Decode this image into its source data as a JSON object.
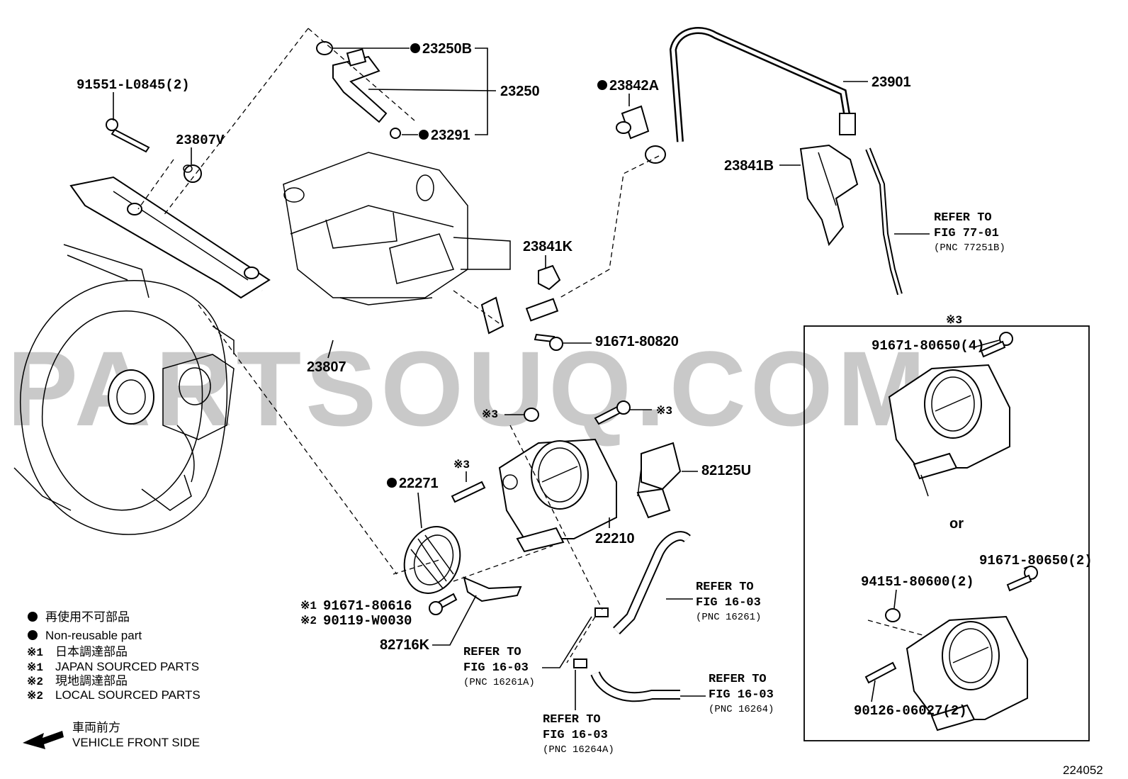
{
  "watermark": "PARTSOUQ.COM",
  "diagram_number": "224052",
  "labels": {
    "p91551": "91551-L0845(2)",
    "p23807V": "23807V",
    "p23250B": "23250B",
    "p23250": "23250",
    "p23291": "23291",
    "p23842A": "23842A",
    "p23901": "23901",
    "p23841B": "23841B",
    "p23841K": "23841K",
    "p91671_80820": "91671-80820",
    "p23807": "23807",
    "p22271": "22271",
    "p22210": "22210",
    "p82125U": "82125U",
    "p82716K": "82716K",
    "p91671_80616": "91671-80616",
    "p90119": "90119-W0030",
    "p91671_80650_4": "91671-80650(4)",
    "p91671_80650_2": "91671-80650(2)",
    "p94151": "94151-80600(2)",
    "p90126": "90126-06027(2)",
    "mark3": "※3",
    "mark1": "※1",
    "mark2": "※2",
    "or": "or"
  },
  "refs": {
    "fig77": {
      "line1": "REFER TO",
      "line2": "FIG 77-01",
      "line3": "(PNC 77251B)"
    },
    "fig16_16261": {
      "line1": "REFER TO",
      "line2": "FIG 16-03",
      "line3": "(PNC 16261)"
    },
    "fig16_16261A": {
      "line1": "REFER TO",
      "line2": "FIG 16-03",
      "line3": "(PNC 16261A)"
    },
    "fig16_16264": {
      "line1": "REFER TO",
      "line2": "FIG 16-03",
      "line3": "(PNC 16264)"
    },
    "fig16_16264A": {
      "line1": "REFER TO",
      "line2": "FIG 16-03",
      "line3": "(PNC 16264A)"
    }
  },
  "legend": {
    "nonreusable_jp": "再使用不可部品",
    "nonreusable_en": "Non-reusable part",
    "japan_jp": "日本調達部品",
    "japan_en": "JAPAN SOURCED PARTS",
    "local_jp": "現地調達部品",
    "local_en": "LOCAL SOURCED PARTS",
    "front_jp": "車両前方",
    "front_en": "VEHICLE FRONT SIDE"
  }
}
